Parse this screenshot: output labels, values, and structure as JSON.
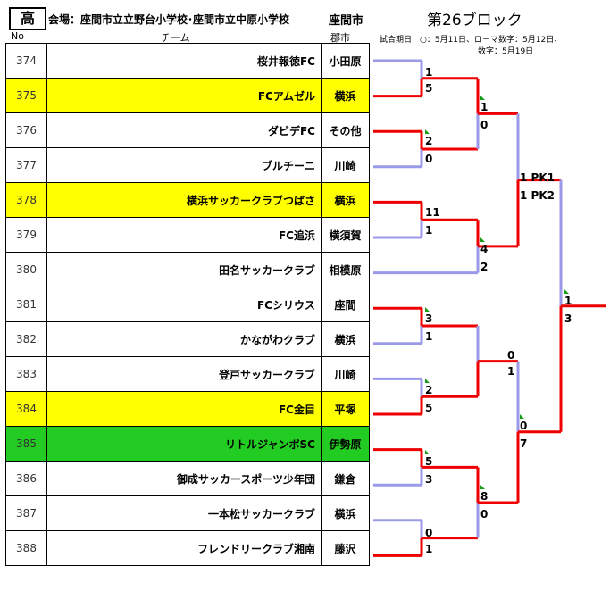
{
  "header": {
    "category": "高",
    "venue": "会場：座間市立立野台小学校･座間市立中原小学校",
    "city": "座間市",
    "block": "第26ブロック",
    "col_no": "No",
    "col_team": "チーム",
    "col_district": "郡市",
    "note_line1": "試合期日　○：5月11日、ロ－マ数字：5月12日、",
    "note_line2": "数字：5月19日"
  },
  "teams": [
    {
      "no": "374",
      "name": "桜井報徳FC",
      "district": "小田原",
      "hl": ""
    },
    {
      "no": "375",
      "name": "FCアムゼル",
      "district": "横浜",
      "hl": "yellow"
    },
    {
      "no": "376",
      "name": "ダビデFC",
      "district": "その他",
      "hl": ""
    },
    {
      "no": "377",
      "name": "ブルチーニ",
      "district": "川崎",
      "hl": ""
    },
    {
      "no": "378",
      "name": "横浜サッカークラブつばさ",
      "district": "横浜",
      "hl": "yellow"
    },
    {
      "no": "379",
      "name": "FC追浜",
      "district": "横須賀",
      "hl": ""
    },
    {
      "no": "380",
      "name": "田名サッカークラブ",
      "district": "相模原",
      "hl": ""
    },
    {
      "no": "381",
      "name": "FCシリウス",
      "district": "座間",
      "hl": ""
    },
    {
      "no": "382",
      "name": "かながわクラブ",
      "district": "横浜",
      "hl": ""
    },
    {
      "no": "383",
      "name": "登戸サッカークラブ",
      "district": "川崎",
      "hl": ""
    },
    {
      "no": "384",
      "name": "FC金目",
      "district": "平塚",
      "hl": "yellow"
    },
    {
      "no": "385",
      "name": "リトルジャンボSC",
      "district": "伊勢原",
      "hl": "green"
    },
    {
      "no": "386",
      "name": "御成サッカースポーツ少年団",
      "district": "鎌倉",
      "hl": ""
    },
    {
      "no": "387",
      "name": "一本松サッカークラブ",
      "district": "横浜",
      "hl": ""
    },
    {
      "no": "388",
      "name": "フレンドリークラブ湘南",
      "district": "藤沢",
      "hl": ""
    }
  ],
  "scores": {
    "r1_a_top": "1",
    "r1_a_bot": "5",
    "r1_b_top": "2",
    "r1_b_bot": "0",
    "r1_c_top": "11",
    "r1_c_bot": "1",
    "r1_d_top": "3",
    "r1_d_bot": "1",
    "r1_e_top": "2",
    "r1_e_bot": "5",
    "r1_f_top": "5",
    "r1_f_bot": "3",
    "r1_g_top": "0",
    "r1_g_bot": "1",
    "r2_a_top": "1",
    "r2_a_bot": "0",
    "r2_b_top": "4",
    "r2_b_bot": "2",
    "r2_c_top": "0",
    "r2_c_bot": "1",
    "r2_d_top": "8",
    "r2_d_bot": "0",
    "r3_a_top": "1 PK1",
    "r3_a_bot": "1 PK2",
    "r3_b_top": "0",
    "r3_b_bot": "7",
    "final_top": "1",
    "final_bot": "3"
  },
  "colors": {
    "winner_line": "#ee0000",
    "loser_line": "#9a9ae8",
    "highlight_yellow": "#ffff00",
    "highlight_green": "#22cc22",
    "flag": "#1a9c1a"
  }
}
